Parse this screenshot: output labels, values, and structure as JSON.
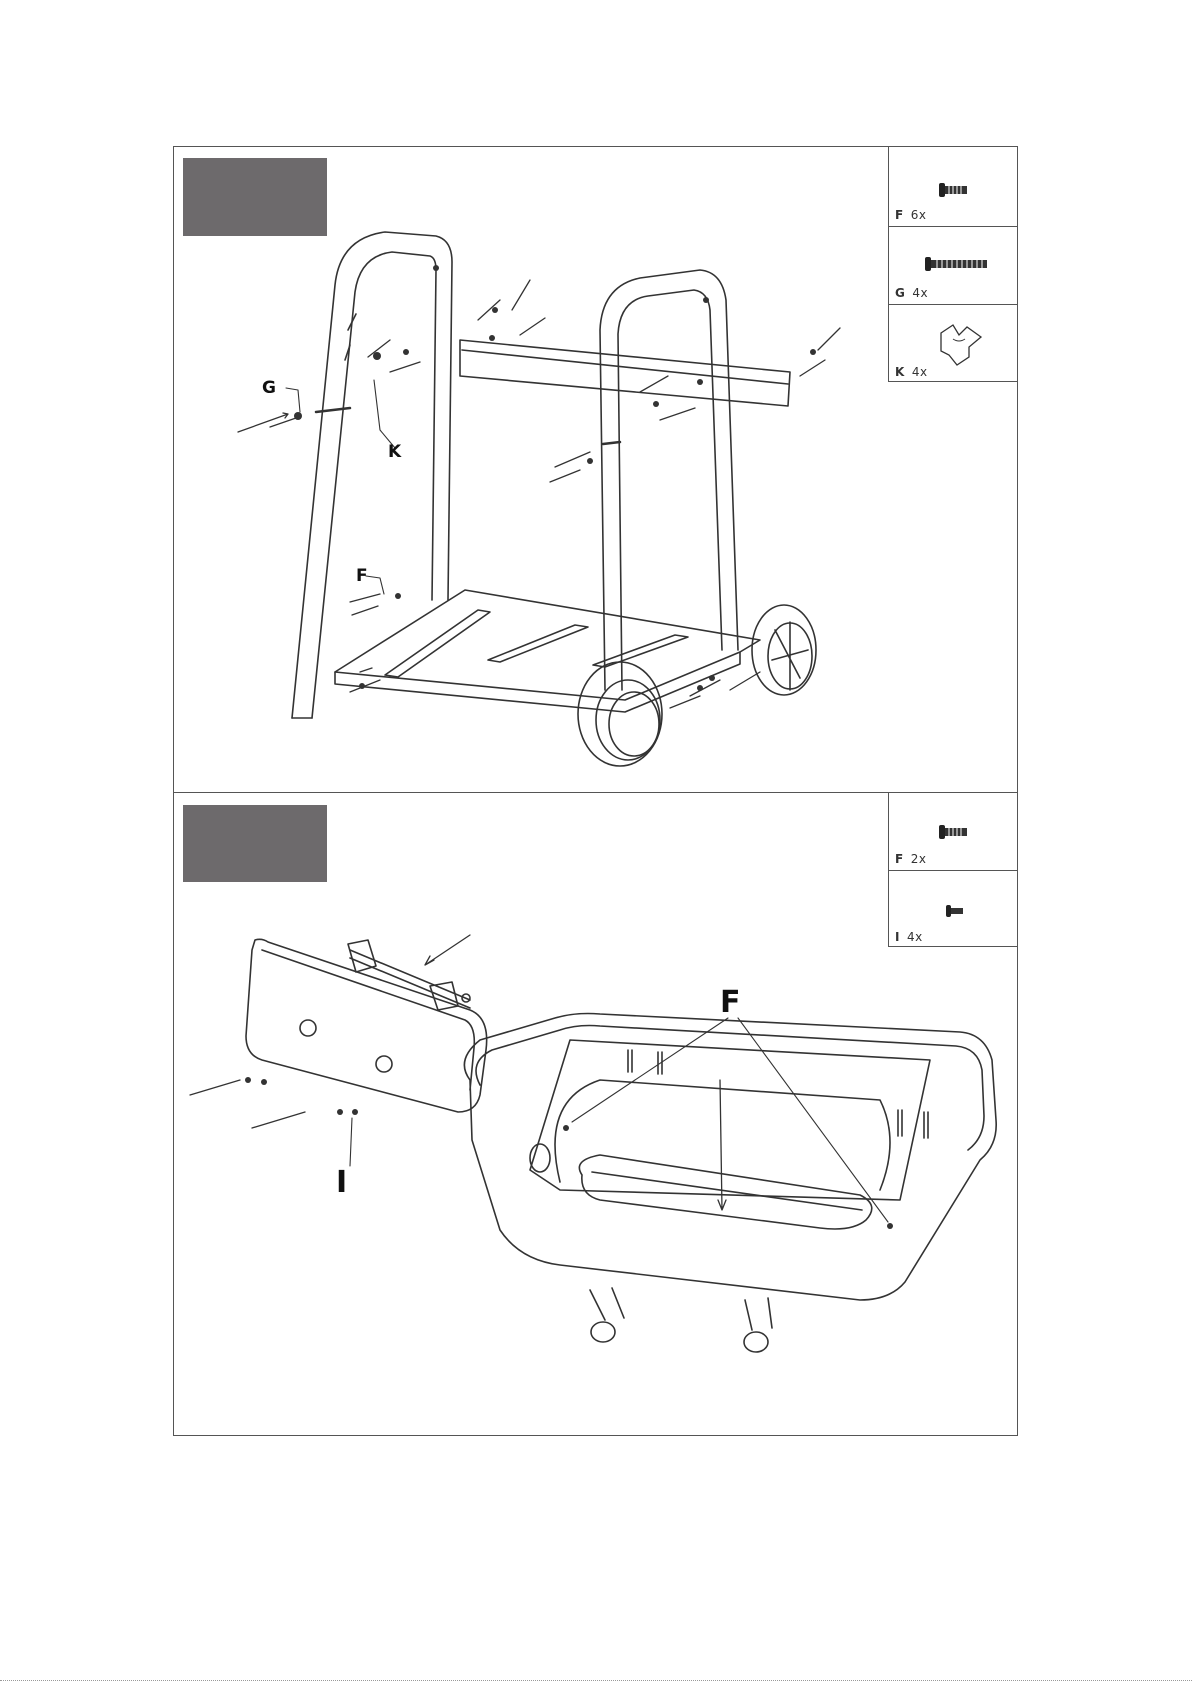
{
  "step1": {
    "parts": [
      {
        "letter": "F",
        "qty": "6x",
        "icon": "short-bolt-icon"
      },
      {
        "letter": "G",
        "qty": "4x",
        "icon": "long-bolt-icon"
      },
      {
        "letter": "K",
        "qty": "4x",
        "icon": "wing-nut-icon"
      }
    ],
    "callouts": {
      "g": "G",
      "k": "K",
      "f": "F"
    }
  },
  "step2": {
    "parts": [
      {
        "letter": "F",
        "qty": "2x",
        "icon": "short-bolt-icon"
      },
      {
        "letter": "I",
        "qty": "4x",
        "icon": "small-screw-icon"
      }
    ],
    "callouts": {
      "f": "F",
      "i": "I"
    }
  },
  "colors": {
    "step_box": "#6d6a6c",
    "line": "#333333"
  }
}
